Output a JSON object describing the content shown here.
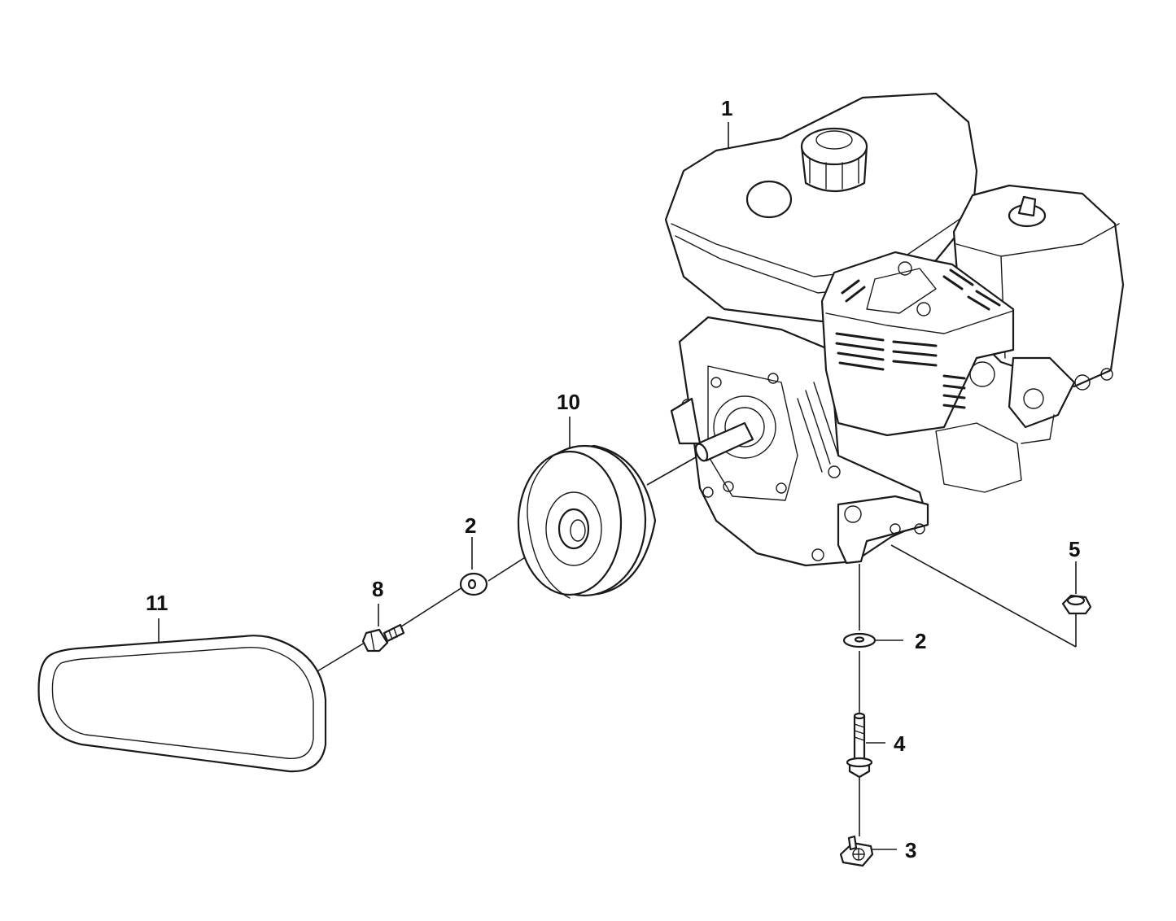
{
  "callouts": {
    "engine": "1",
    "washer_pulley": "2",
    "washer_mount": "2",
    "clip": "3",
    "bolt_mount": "4",
    "nut": "5",
    "bolt_pulley": "8",
    "pulley": "10",
    "belt": "11"
  }
}
